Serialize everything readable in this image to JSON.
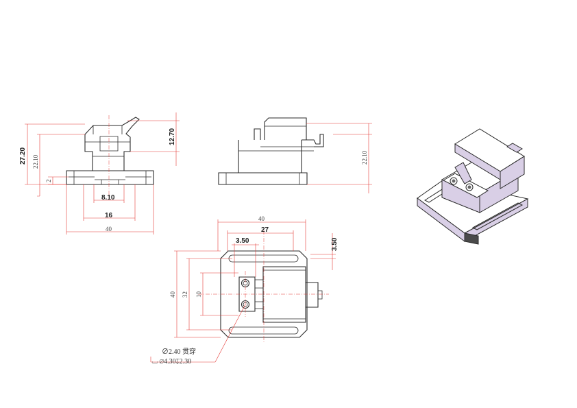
{
  "front_view": {
    "overall_height": "27.20",
    "body_height": "22.10",
    "top_height": "12.70",
    "base_thickness": "2",
    "slot_width": "8.10",
    "tab_width": "16",
    "overall_width": "40"
  },
  "side_view": {
    "body_height": "22.10"
  },
  "top_view": {
    "overall_width": "40",
    "block_width": "27",
    "hole_offset": "3.50",
    "edge_offset": "3.50",
    "overall_depth": "40",
    "slot_spacing": "32",
    "hole_spacing": "10",
    "hole_note_line1": "∅2.40 贯穿",
    "hole_note_line2": "⌴ ∅4.30↧2.30"
  },
  "colors": {
    "outline": "#2a2a2a",
    "dimension": "#e53935",
    "iso_face_top": "#ffffff",
    "iso_face_side": "#d9cfe6",
    "iso_face_dark": "#4a4a4a"
  }
}
